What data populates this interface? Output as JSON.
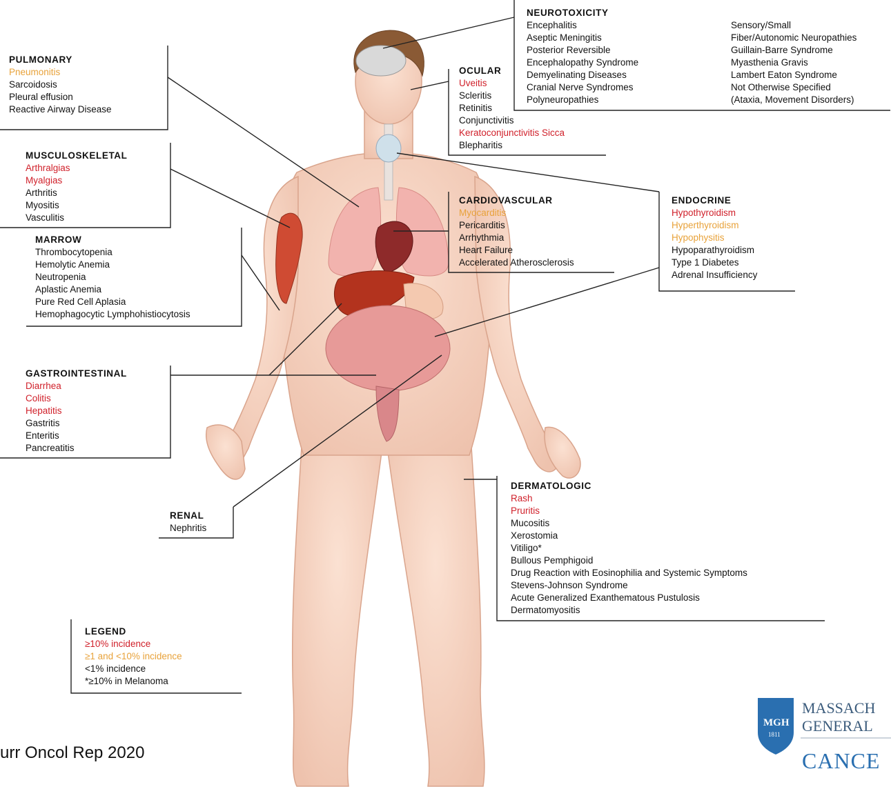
{
  "colors": {
    "high": "#d0202a",
    "mid": "#e8a23a",
    "low": "#111111",
    "skin": "#f6d3c2",
    "line": "#222222",
    "logo_blue": "#2a6fb0"
  },
  "neurotoxicity": {
    "title": "NEUROTOXICITY",
    "items_left": [
      {
        "text": "Encephalitis",
        "level": "low"
      },
      {
        "text": "Aseptic Meningitis",
        "level": "low"
      },
      {
        "text": "Posterior Reversible",
        "level": "low"
      },
      {
        "text": "Encephalopathy Syndrome",
        "level": "low"
      },
      {
        "text": "Demyelinating Diseases",
        "level": "low"
      },
      {
        "text": "Cranial Nerve Syndromes",
        "level": "low"
      },
      {
        "text": "Polyneuropathies",
        "level": "low"
      }
    ],
    "items_right": [
      {
        "text": "Sensory/Small",
        "level": "low"
      },
      {
        "text": "Fiber/Autonomic Neuropathies",
        "level": "low"
      },
      {
        "text": "Guillain-Barre Syndrome",
        "level": "low"
      },
      {
        "text": "Myasthenia Gravis",
        "level": "low"
      },
      {
        "text": "Lambert Eaton Syndrome",
        "level": "low"
      },
      {
        "text": "Not Otherwise Specified",
        "level": "low"
      },
      {
        "text": "(Ataxia, Movement Disorders)",
        "level": "low"
      }
    ]
  },
  "pulmonary": {
    "title": "PULMONARY",
    "items": [
      {
        "text": "Pneumonitis",
        "level": "mid"
      },
      {
        "text": "Sarcoidosis",
        "level": "low"
      },
      {
        "text": "Pleural effusion",
        "level": "low"
      },
      {
        "text": "Reactive Airway Disease",
        "level": "low"
      }
    ]
  },
  "ocular": {
    "title": "OCULAR",
    "items": [
      {
        "text": "Uveitis",
        "level": "high"
      },
      {
        "text": "Scleritis",
        "level": "low"
      },
      {
        "text": "Retinitis",
        "level": "low"
      },
      {
        "text": "Conjunctivitis",
        "level": "low"
      },
      {
        "text": "Keratoconjunctivitis Sicca",
        "level": "high"
      },
      {
        "text": "Blepharitis",
        "level": "low"
      }
    ]
  },
  "musculoskeletal": {
    "title": "MUSCULOSKELETAL",
    "items": [
      {
        "text": "Arthralgias",
        "level": "high"
      },
      {
        "text": "Myalgias",
        "level": "high"
      },
      {
        "text": "Arthritis",
        "level": "low"
      },
      {
        "text": "Myositis",
        "level": "low"
      },
      {
        "text": "Vasculitis",
        "level": "low"
      }
    ]
  },
  "marrow": {
    "title": "MARROW",
    "items": [
      {
        "text": "Thrombocytopenia",
        "level": "low"
      },
      {
        "text": "Hemolytic Anemia",
        "level": "low"
      },
      {
        "text": "Neutropenia",
        "level": "low"
      },
      {
        "text": "Aplastic Anemia",
        "level": "low"
      },
      {
        "text": "Pure Red Cell Aplasia",
        "level": "low"
      },
      {
        "text": "Hemophagocytic Lymphohistiocytosis",
        "level": "low"
      }
    ]
  },
  "cardiovascular": {
    "title": "CARDIOVASCULAR",
    "items": [
      {
        "text": "Myocarditis",
        "level": "mid"
      },
      {
        "text": "Pericarditis",
        "level": "low"
      },
      {
        "text": "Arrhythmia",
        "level": "low"
      },
      {
        "text": "Heart Failure",
        "level": "low"
      },
      {
        "text": "Accelerated Atherosclerosis",
        "level": "low"
      }
    ]
  },
  "endocrine": {
    "title": "ENDOCRINE",
    "items": [
      {
        "text": "Hypothyroidism",
        "level": "high"
      },
      {
        "text": "Hyperthyroidism",
        "level": "mid"
      },
      {
        "text": "Hypophysitis",
        "level": "mid"
      },
      {
        "text": "Hypoparathyroidism",
        "level": "low"
      },
      {
        "text": "Type 1 Diabetes",
        "level": "low"
      },
      {
        "text": "Adrenal Insufficiency",
        "level": "low"
      }
    ]
  },
  "gastrointestinal": {
    "title": "GASTROINTESTINAL",
    "items": [
      {
        "text": "Diarrhea",
        "level": "high"
      },
      {
        "text": "Colitis",
        "level": "high"
      },
      {
        "text": "Hepatitis",
        "level": "high"
      },
      {
        "text": "Gastritis",
        "level": "low"
      },
      {
        "text": "Enteritis",
        "level": "low"
      },
      {
        "text": "Pancreatitis",
        "level": "low"
      }
    ]
  },
  "renal": {
    "title": "RENAL",
    "items": [
      {
        "text": "Nephritis",
        "level": "low"
      }
    ]
  },
  "dermatologic": {
    "title": "DERMATOLOGIC",
    "items": [
      {
        "text": "Rash",
        "level": "high"
      },
      {
        "text": "Pruritis",
        "level": "high"
      },
      {
        "text": "Mucositis",
        "level": "low"
      },
      {
        "text": "Xerostomia",
        "level": "low"
      },
      {
        "text": "Vitiligo*",
        "level": "low"
      },
      {
        "text": "Bullous Pemphigoid",
        "level": "low"
      },
      {
        "text": "Drug Reaction with Eosinophilia and Systemic Symptoms",
        "level": "low"
      },
      {
        "text": "Stevens-Johnson Syndrome",
        "level": "low"
      },
      {
        "text": "Acute Generalized Exanthematous Pustulosis",
        "level": "low"
      },
      {
        "text": "Dermatomyositis",
        "level": "low"
      }
    ]
  },
  "legend": {
    "title": "LEGEND",
    "items": [
      {
        "text": "≥10% incidence",
        "level": "high"
      },
      {
        "text": "≥1 and <10% incidence",
        "level": "mid"
      },
      {
        "text": "<1% incidence",
        "level": "low"
      },
      {
        "text": "*≥10% in Melanoma",
        "level": "low"
      }
    ]
  },
  "citation": "urr Oncol Rep 2020",
  "logo": {
    "badge_text": "MGH",
    "badge_year": "1811",
    "line1": "MASSACH",
    "line2": "GENERAL",
    "line3": "CANCE"
  }
}
